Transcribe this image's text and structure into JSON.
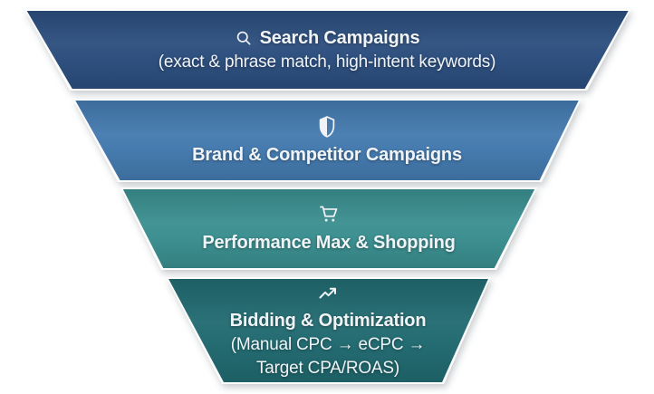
{
  "page": {
    "background": "#ffffff",
    "text_color": "#f0f4f7"
  },
  "funnel": {
    "tiers": [
      {
        "id": "search-campaigns",
        "icon": "search-icon",
        "title": "Search Campaigns",
        "subtitle": "(exact & phrase match, high-intent keywords)",
        "color": "#2b4d7d"
      },
      {
        "id": "brand-competitor-campaigns",
        "icon": "shield-icon",
        "title": "Brand & Competitor Campaigns",
        "color": "#4379ae"
      },
      {
        "id": "performance-max-shopping",
        "icon": "shopping-cart-icon",
        "title": "Performance Max & Shopping",
        "color": "#3a8e8f"
      },
      {
        "id": "bidding-optimization",
        "icon": "trending-up-icon",
        "title": "Bidding & Optimization",
        "subtitle_line1": "(Manual CPC → eCPC →",
        "subtitle_line2": "Target CPA/ROAS)",
        "color": "#206a70"
      }
    ]
  }
}
